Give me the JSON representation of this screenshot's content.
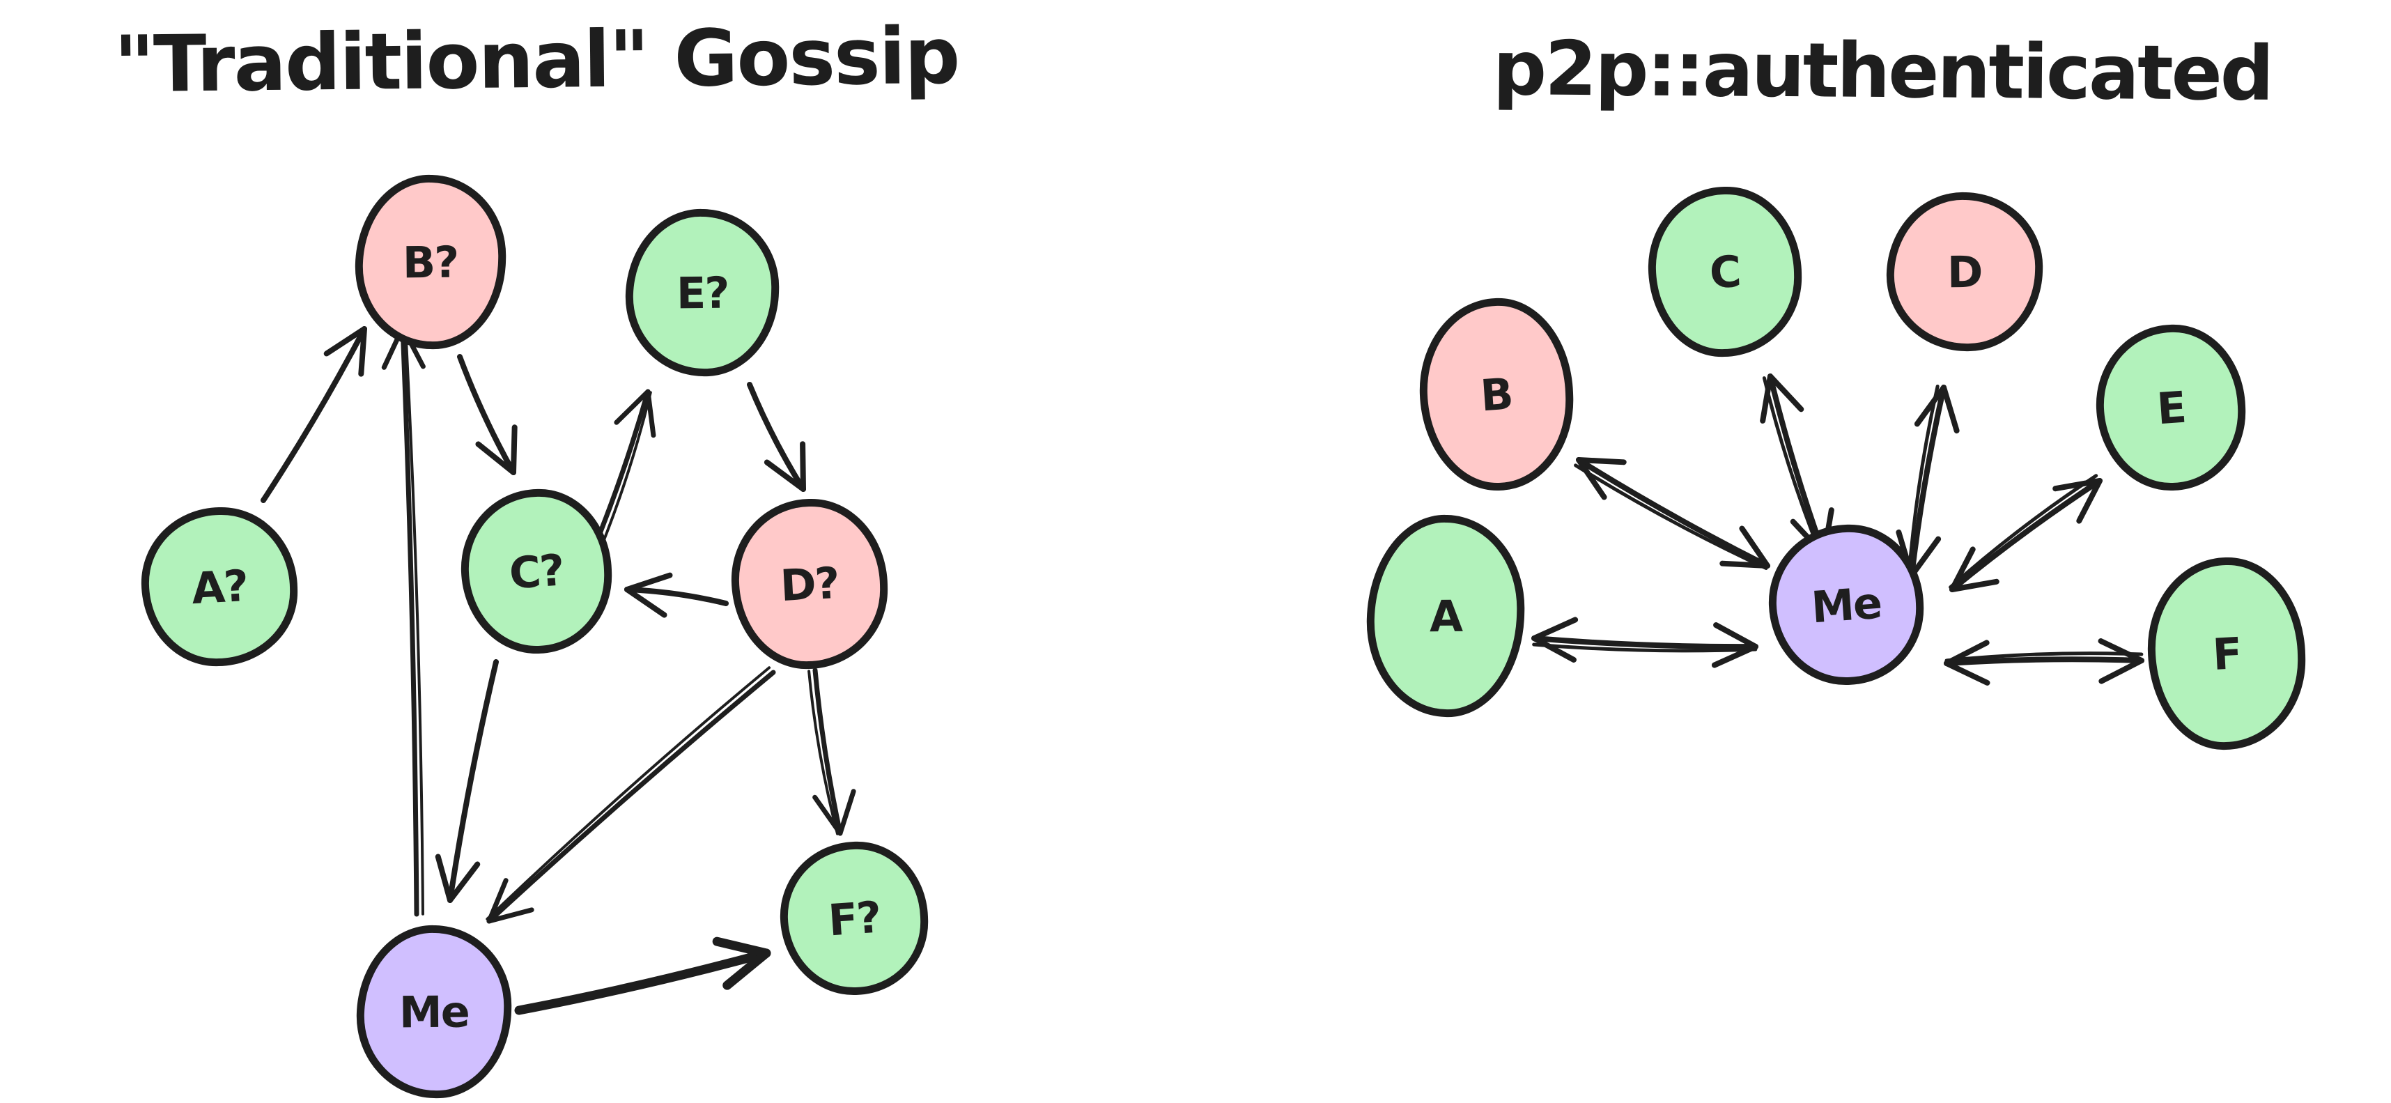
{
  "colors": {
    "pink": "#ffc9c9",
    "green": "#b2f2bb",
    "purple": "#d0bfff",
    "stroke": "#1e1e1e",
    "background": "#ffffff"
  },
  "left_diagram": {
    "title": "\"Traditional\" Gossip",
    "nodes": [
      {
        "id": "A",
        "label": "A?",
        "color": "green"
      },
      {
        "id": "B",
        "label": "B?",
        "color": "pink"
      },
      {
        "id": "C",
        "label": "C?",
        "color": "green"
      },
      {
        "id": "D",
        "label": "D?",
        "color": "pink"
      },
      {
        "id": "E",
        "label": "E?",
        "color": "green"
      },
      {
        "id": "F",
        "label": "F?",
        "color": "green"
      },
      {
        "id": "Me",
        "label": "Me",
        "color": "purple"
      }
    ],
    "edges": [
      {
        "from": "A",
        "to": "B",
        "direction": "one-way"
      },
      {
        "from": "Me",
        "to": "B",
        "direction": "one-way"
      },
      {
        "from": "B",
        "to": "C",
        "direction": "one-way"
      },
      {
        "from": "C",
        "to": "E",
        "direction": "one-way"
      },
      {
        "from": "E",
        "to": "D",
        "direction": "one-way"
      },
      {
        "from": "D",
        "to": "C",
        "direction": "one-way"
      },
      {
        "from": "C",
        "to": "Me",
        "direction": "one-way"
      },
      {
        "from": "D",
        "to": "Me",
        "direction": "one-way"
      },
      {
        "from": "D",
        "to": "F",
        "direction": "one-way"
      },
      {
        "from": "Me",
        "to": "F",
        "direction": "one-way"
      }
    ]
  },
  "right_diagram": {
    "title": "p2p::authenticated",
    "nodes": [
      {
        "id": "A",
        "label": "A",
        "color": "green"
      },
      {
        "id": "B",
        "label": "B",
        "color": "pink"
      },
      {
        "id": "C",
        "label": "C",
        "color": "green"
      },
      {
        "id": "D",
        "label": "D",
        "color": "pink"
      },
      {
        "id": "E",
        "label": "E",
        "color": "green"
      },
      {
        "id": "F",
        "label": "F",
        "color": "green"
      },
      {
        "id": "Me",
        "label": "Me",
        "color": "purple"
      }
    ],
    "edges": [
      {
        "from": "A",
        "to": "Me",
        "direction": "bidirectional"
      },
      {
        "from": "B",
        "to": "Me",
        "direction": "bidirectional"
      },
      {
        "from": "C",
        "to": "Me",
        "direction": "bidirectional"
      },
      {
        "from": "D",
        "to": "Me",
        "direction": "bidirectional"
      },
      {
        "from": "E",
        "to": "Me",
        "direction": "bidirectional"
      },
      {
        "from": "F",
        "to": "Me",
        "direction": "bidirectional"
      }
    ]
  }
}
